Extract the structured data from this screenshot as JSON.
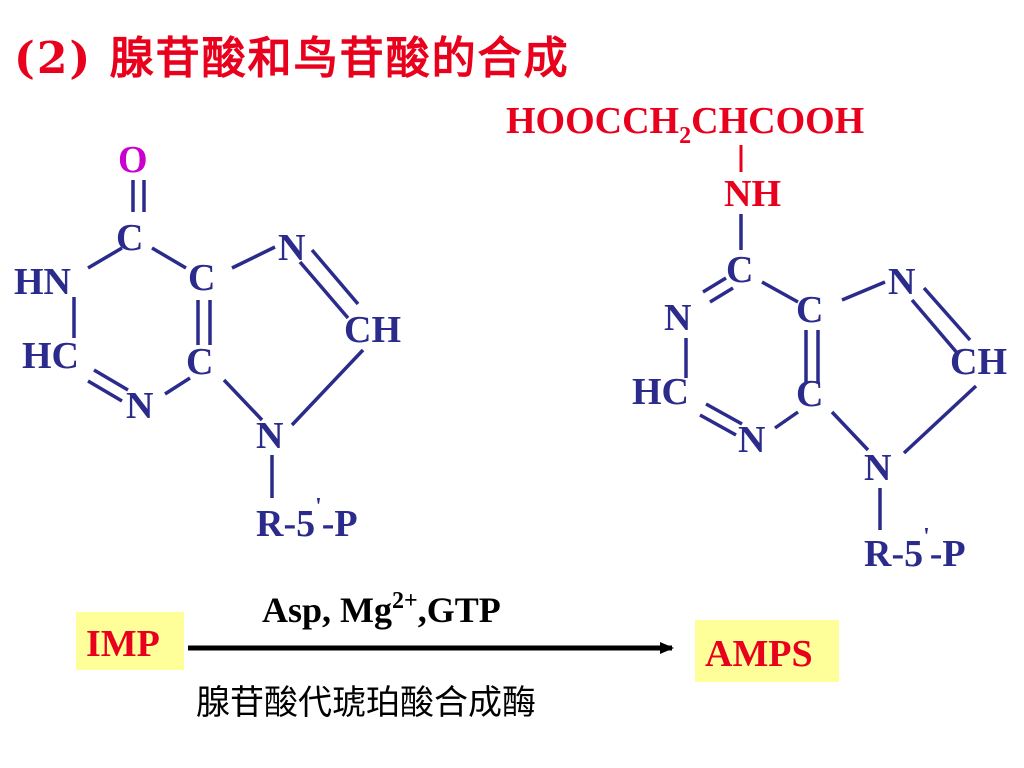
{
  "title": "(2)  腺苷酸和鸟苷酸的合成",
  "imp_structure": {
    "O": "O",
    "C_top": "C",
    "HN": "HN",
    "C5": "C",
    "N7": "N",
    "CH": "CH",
    "HC": "HC",
    "C4": "C",
    "N3": "N",
    "N9": "N",
    "substituent": "R-5",
    "prime": "'",
    "substituent_tail": "-P"
  },
  "amps_structure": {
    "side_chain_main": "HOOCCH",
    "side_chain_sub": "2",
    "side_chain_tail": "CHCOOH",
    "NH": "NH",
    "C6": "C",
    "N1": "N",
    "C5": "C",
    "N7": "N",
    "CH": "CH",
    "HC": "HC",
    "C4": "C",
    "N3": "N",
    "N9": "N",
    "substituent": "R-5",
    "prime": "'",
    "substituent_tail": "-P"
  },
  "reaction": {
    "reactant": "IMP",
    "product": "AMPS",
    "conditions_main": "Asp, Mg",
    "conditions_sup": "2+",
    "conditions_tail": ",GTP",
    "enzyme": "腺苷酸代琥珀酸合成酶"
  }
}
